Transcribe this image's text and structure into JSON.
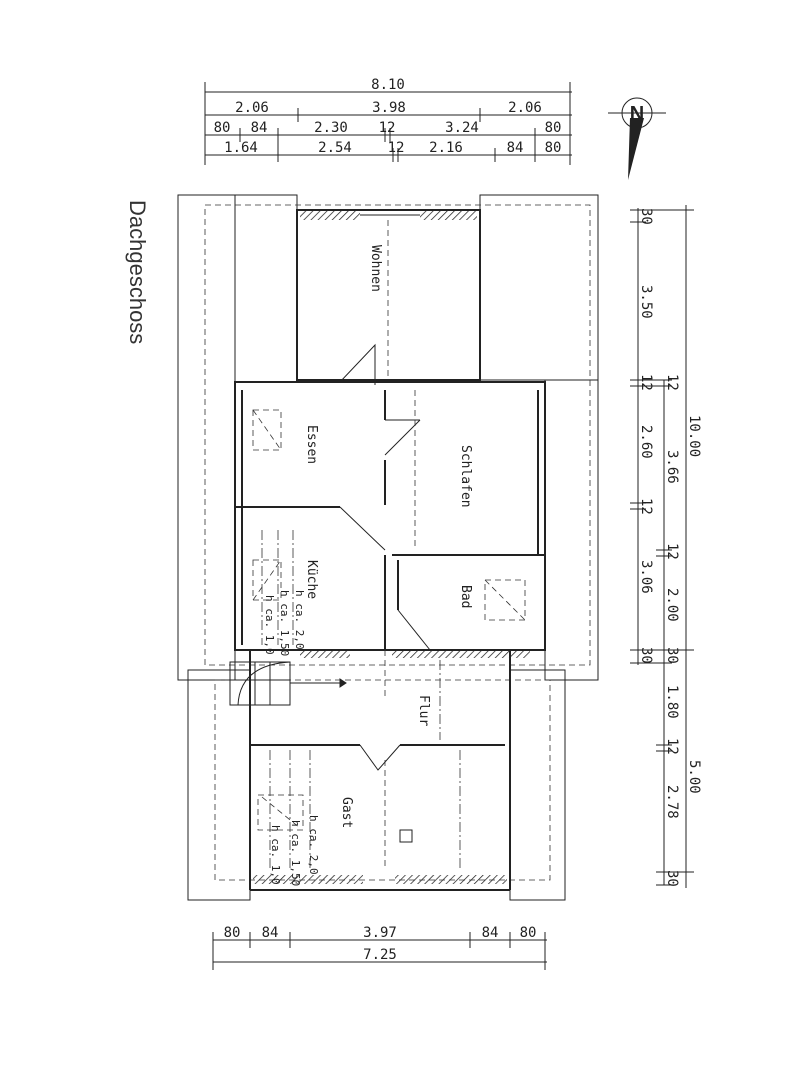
{
  "title": "Dachgeschoss",
  "north_label": "N",
  "rooms": {
    "wohnen": "Wohnen",
    "essen": "Essen",
    "kueche": "Küche",
    "schlafen": "Schlafen",
    "bad": "Bad",
    "flur": "Flur",
    "gast": "Gast"
  },
  "heights": {
    "h20": "h ca. 2,0",
    "h15": "h ca. 1,50",
    "h10": "h ca. 1,0"
  },
  "top_dims": {
    "row1": [
      "8.10"
    ],
    "row2": [
      "2.06",
      "3.98",
      "2.06"
    ],
    "row3": [
      "80",
      "84",
      "2.30",
      "12",
      "3.24",
      "80"
    ],
    "row4": [
      "1.64",
      "2.54",
      "12",
      "2.16",
      "84",
      "80"
    ]
  },
  "right_dims": {
    "col1": [
      "30",
      "3.50",
      "12",
      "2.60",
      "12",
      "3.06",
      "30"
    ],
    "col2": [
      "12",
      "3.66",
      "12",
      "2.00",
      "30",
      "1.80",
      "12",
      "2.78",
      "30"
    ],
    "col3": [
      "10.00",
      "5.00"
    ]
  },
  "bottom_dims": {
    "row1": [
      "80",
      "84",
      "3.97",
      "84",
      "80"
    ],
    "row2": [
      "7.25"
    ]
  },
  "colors": {
    "line": "#222222",
    "background": "#ffffff"
  }
}
